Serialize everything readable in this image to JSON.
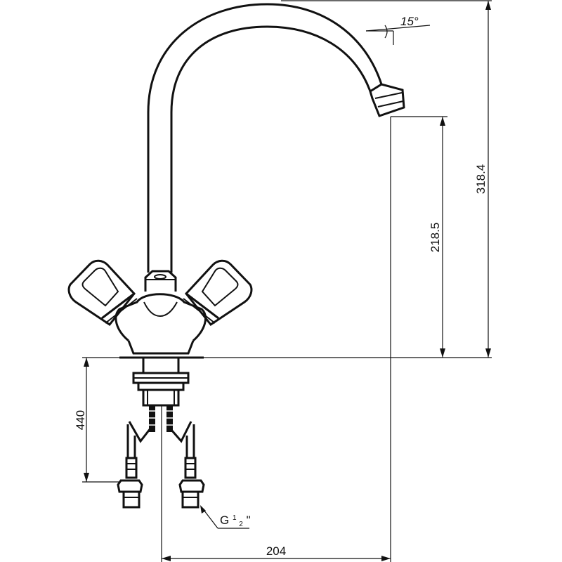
{
  "drawing": {
    "dimensions": {
      "total_height": "318.4",
      "spout_height": "218.5",
      "spout_reach": "204",
      "hose_length": "440",
      "spout_angle": "15°"
    },
    "thread_callout": {
      "base": "G",
      "fraction_num": "1",
      "fraction_den": "2",
      "suffix": "\""
    }
  }
}
